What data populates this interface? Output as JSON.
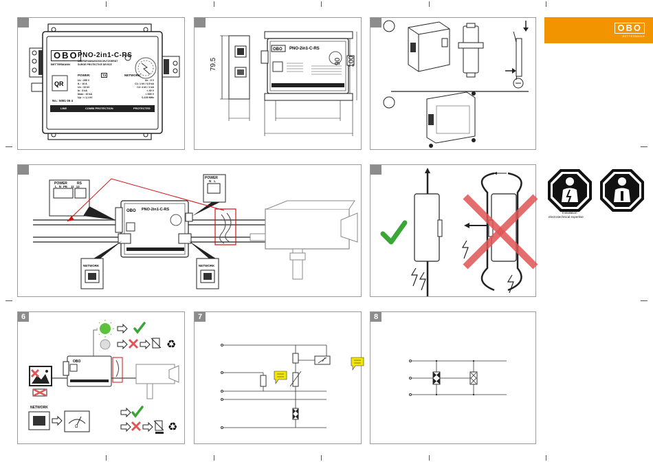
{
  "brand": {
    "logo": "OBO",
    "sub": "BETTERMANN"
  },
  "device": {
    "logo": "OBO",
    "maker": "BETTERMANN",
    "model": "PNO-2in1-C-RS",
    "desc1": "ÜBERSPANNUNGSSCHUTZGERÄT",
    "desc2": "SURGE PROTECTIVE DEVICE",
    "power_title": "POWER:",
    "power_type": "T3",
    "network_title": "NETWORK:",
    "power_lines": [
      "Uc  :  255 V",
      "IL  :  10 A",
      "Un  :  10 kV",
      "In  :  5 kA",
      "Imax  :  10 kA",
      "Up  :  < 1,1 kV"
    ],
    "network_lines": [
      "Uc  :  5 V",
      "C1: 1 kV / 0,5 kA",
      "C2: 4 kV / 2 kA",
      "< 40 V",
      "< 600 V",
      "0-100 MHz"
    ],
    "art_no": "No.: 5081 06 4",
    "bar_line": "LINE",
    "bar_mid": "COMBI PROTECTION",
    "bar_prot": "PROTECTED"
  },
  "panels": {
    "p2": {
      "dim_left": "79.5",
      "dim_right1": "90",
      "dim_right2": "100"
    },
    "p4": {
      "power_left": "POWER",
      "rs_left": "RS",
      "terms_left": [
        "L",
        "N",
        "PE",
        "11",
        "12"
      ],
      "power_right": "POWER",
      "terms_right": [
        "N",
        "L"
      ],
      "network_left": "NETWORK",
      "network_right": "NETWORK"
    },
    "p6": {
      "num": "6",
      "network": "NETWORK",
      "ohm": "Ω"
    },
    "p7": {
      "num": "7"
    },
    "p8": {
      "num": "8"
    }
  },
  "side_caption": {
    "line1": "Installation",
    "line2": "electrotechnical expertise"
  },
  "colors": {
    "accent": "#f29300",
    "check": "#3aa636",
    "cross": "#e05555",
    "panel_num": "#8c8c8c",
    "led_green": "#5cc23c",
    "speech": "#f3e600"
  }
}
